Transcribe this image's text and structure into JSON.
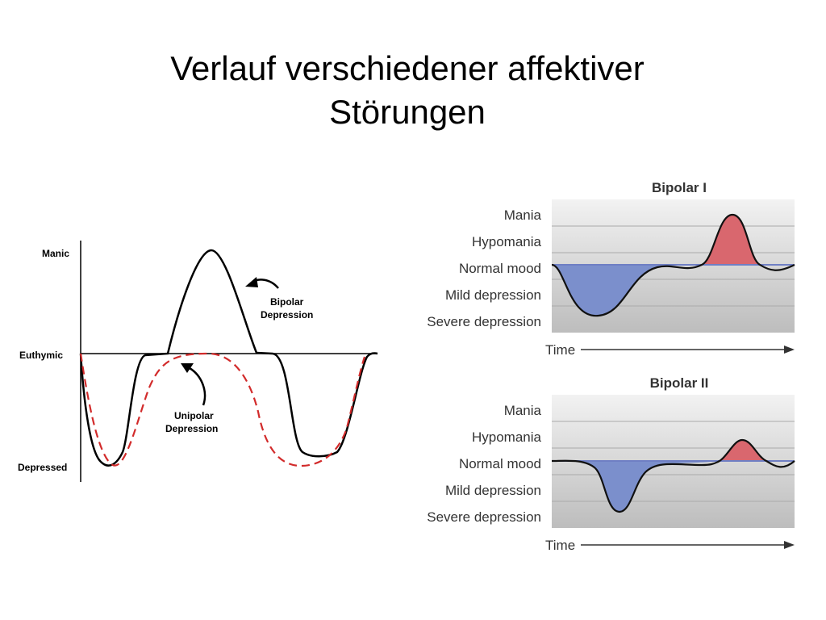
{
  "slide": {
    "title_line1": "Verlauf verschiedener affektiver",
    "title_line2": "Störungen"
  },
  "left_diagram": {
    "axis_labels": [
      "Manic",
      "Euthymic",
      "Depressed"
    ],
    "annotation_bipolar": [
      "Bipolar",
      "Depression"
    ],
    "annotation_unipolar": [
      "Unipolar",
      "Depression"
    ],
    "colors": {
      "bipolar_curve": "#000000",
      "unipolar_curve": "#d22b2b"
    }
  },
  "bipolar_one": {
    "title": "Bipolar I",
    "levels": [
      "Mania",
      "Hypomania",
      "Normal mood",
      "Mild depression",
      "Severe depression"
    ],
    "time_label": "Time"
  },
  "bipolar_two": {
    "title": "Bipolar II",
    "levels": [
      "Mania",
      "Hypomania",
      "Normal mood",
      "Mild depression",
      "Severe depression"
    ],
    "time_label": "Time"
  },
  "colors": {
    "depression_fill": "#7b8fcc",
    "elevated_fill": "#d9676e",
    "normal_line": "#6f7fc4",
    "band_light": "#f2f2f2",
    "band_dark": "#bdbdbd"
  }
}
